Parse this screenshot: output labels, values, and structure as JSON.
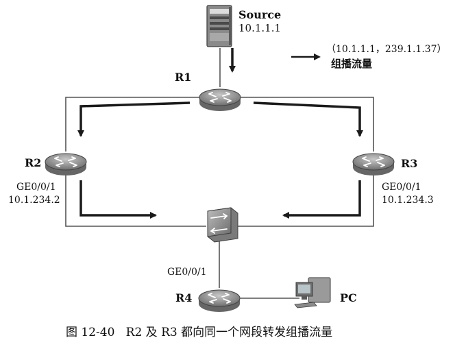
{
  "source": {
    "label": "Source",
    "ip": "10.1.1.1"
  },
  "flow": {
    "tuple": "（10.1.1.1，239.1.1.37）",
    "desc": "组播流量"
  },
  "routers": {
    "r1": {
      "label": "R1"
    },
    "r2": {
      "label": "R2",
      "iface": "GE0/0/1",
      "ip": "10.1.234.2"
    },
    "r3": {
      "label": "R3",
      "iface": "GE0/0/1",
      "ip": "10.1.234.3"
    },
    "r4": {
      "label": "R4",
      "iface": "GE0/0/1"
    }
  },
  "pc": {
    "label": "PC"
  },
  "caption": {
    "number": "图 12-40",
    "text": "R2 及 R3 都向同一个网段转发组播流量"
  },
  "colors": {
    "line": "#555555",
    "arrow": "#1a1a1a",
    "device": "#8f8f8f"
  }
}
